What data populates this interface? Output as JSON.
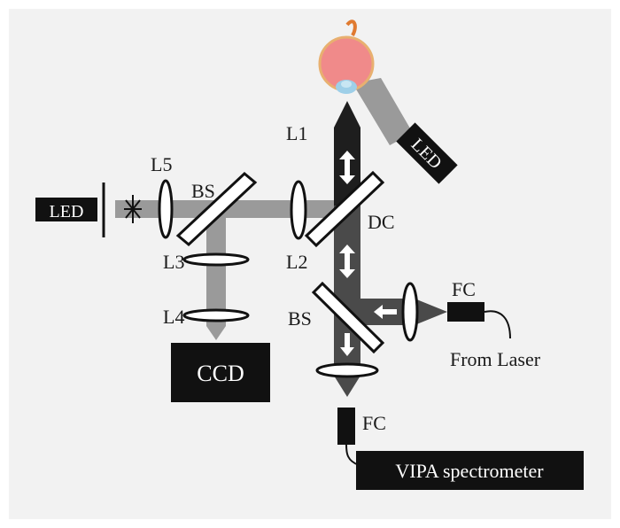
{
  "labels": {
    "l1": "L1",
    "l2": "L2",
    "l3": "L3",
    "l4": "L4",
    "l5": "L5",
    "bs_left": "BS",
    "bs_right": "BS",
    "dc": "DC",
    "fc_right": "FC",
    "fc_bottom": "FC",
    "from_laser": "From Laser"
  },
  "boxes": {
    "led_left": "LED",
    "led_right": "LED",
    "ccd": "CCD",
    "vipa": "VIPA spectrometer"
  },
  "colors": {
    "frame": "#f2f2f2",
    "beam_light": "#9a9a9a",
    "beam_dark": "#4a4a4a",
    "beam_darkest": "#1e1e1e",
    "box": "#111111",
    "eye_iris": "#f08a8a",
    "eye_tissue": "#e07a30",
    "eye_cornea": "#9ecfe8"
  },
  "icons": {
    "eye": "eye-icon",
    "arrow": "double-arrow-icon"
  }
}
